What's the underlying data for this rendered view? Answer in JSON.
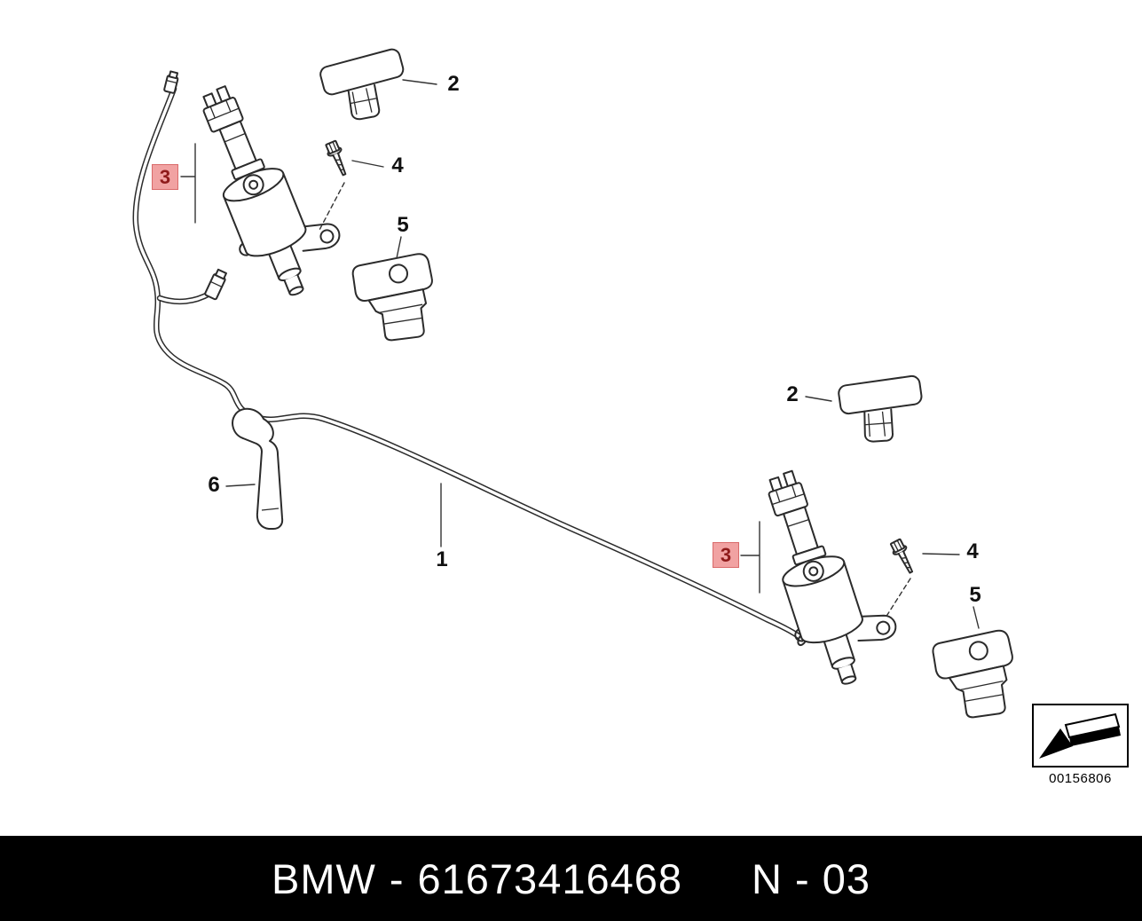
{
  "footer": {
    "brand": "BMW",
    "separator": "-",
    "part_number": "61673416468",
    "code": "N - 03"
  },
  "stamp": {
    "diagram_number": "00156806"
  },
  "labels": [
    {
      "text": "2",
      "highlighted": false
    },
    {
      "text": "3",
      "highlighted": true
    },
    {
      "text": "4",
      "highlighted": false
    },
    {
      "text": "5",
      "highlighted": false
    },
    {
      "text": "6",
      "highlighted": false
    },
    {
      "text": "1",
      "highlighted": false
    },
    {
      "text": "2",
      "highlighted": false
    },
    {
      "text": "3",
      "highlighted": true
    },
    {
      "text": "4",
      "highlighted": false
    },
    {
      "text": "5",
      "highlighted": false
    }
  ],
  "colors": {
    "highlight_bg": "#f1a2a2",
    "highlight_border": "#d96a6a",
    "highlight_text": "#8f1a1a",
    "footer_bg": "#000000",
    "footer_text": "#ffffff",
    "line_color": "#2b2b2b"
  }
}
